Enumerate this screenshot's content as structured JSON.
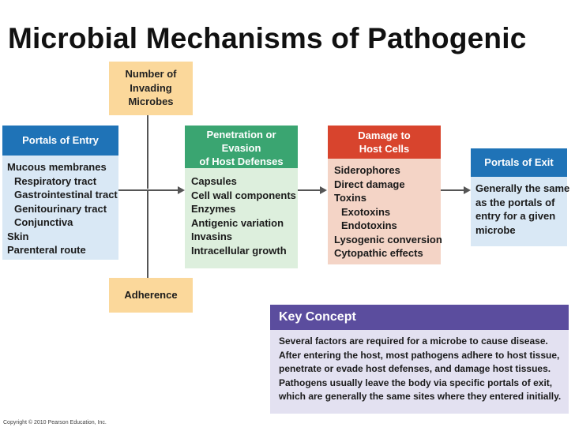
{
  "title": "Microbial Mechanisms of Pathogenic",
  "colors": {
    "entry_header": "#1f73b7",
    "entry_body": "#d9e8f5",
    "penetration_header": "#3aa571",
    "penetration_body": "#ddefdd",
    "damage_header": "#d8442d",
    "damage_body": "#f4d4c6",
    "exit_header": "#1f73b7",
    "exit_body": "#d9e8f5",
    "factor_box": "#fbd89b",
    "key_header": "#5b4d9e",
    "key_body": "#e3e1f1"
  },
  "number_box": {
    "lines": [
      "Number of",
      "Invading",
      "Microbes"
    ]
  },
  "adherence_box": {
    "label": "Adherence"
  },
  "portals_entry": {
    "header": "Portals of Entry",
    "items": [
      "Mucous membranes",
      "Respiratory tract",
      "Gastrointestinal tract",
      "Genitourinary tract",
      "Conjunctiva",
      "Skin",
      "Parenteral route"
    ]
  },
  "penetration": {
    "header_lines": [
      "Penetration or",
      "Evasion",
      "of Host Defenses"
    ],
    "items": [
      "Capsules",
      "Cell wall components",
      "Enzymes",
      "Antigenic variation",
      "Invasins",
      "Intracellular growth"
    ]
  },
  "damage": {
    "header_lines": [
      "Damage to",
      "Host Cells"
    ],
    "items": [
      "Siderophores",
      "Direct damage",
      "Toxins",
      "Exotoxins",
      "Endotoxins",
      "Lysogenic conversion",
      "Cytopathic effects"
    ]
  },
  "portals_exit": {
    "header": "Portals of Exit",
    "lines": [
      "Generally the same",
      "as the portals of",
      "entry for a given",
      "microbe"
    ]
  },
  "key_concept": {
    "header": "Key Concept",
    "lines": [
      "Several factors are required for a microbe to cause disease.",
      "After entering the host, most pathogens adhere to host tissue,",
      "penetrate or evade host defenses, and damage host tissues.",
      "Pathogens usually leave the body via specific portals of exit,",
      "which are generally the same sites where they entered initially."
    ]
  },
  "copyright": "Copyright © 2010 Pearson Education, Inc."
}
